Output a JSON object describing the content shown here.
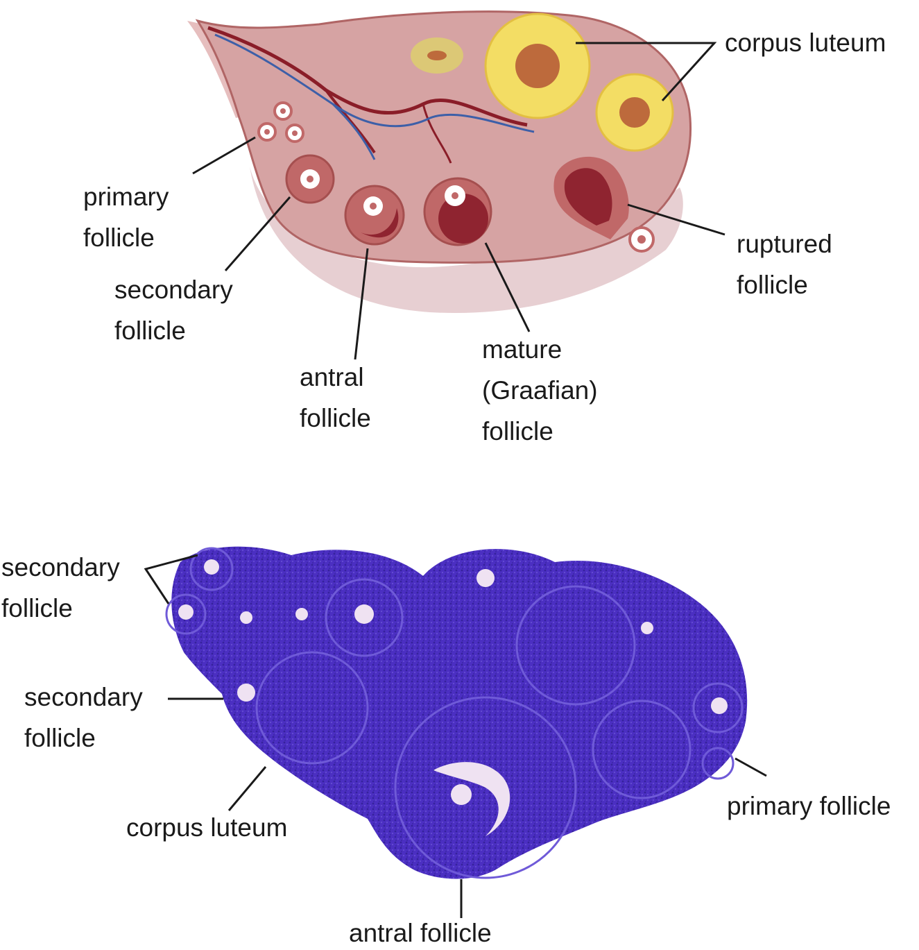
{
  "top_diagram": {
    "labels": {
      "corpus_luteum": "corpus luteum",
      "primary_follicle": "primary\nfollicle",
      "secondary_follicle": "secondary\nfollicle",
      "antral_follicle": "antral\nfollicle",
      "mature_follicle": "mature\n(Graafian)\nfollicle",
      "ruptured_follicle": "ruptured\nfollicle"
    },
    "colors": {
      "ovary": "#d6a3a3",
      "ovary_outline": "#b06565",
      "ovary_inner": "#e6bebe",
      "lower_tissue": "#e7cfd2",
      "artery": "#8a1d28",
      "vein": "#3d5fa8",
      "follicle": "#c06868",
      "antrum": "#8f2430",
      "corpus_luteum": "#f3dd64",
      "corpus_luteum_core": "#bd6a3c",
      "corpus_albicans": "#dcc876"
    }
  },
  "bottom_micrograph": {
    "labels": {
      "secondary_follicle_top": "secondary\nfollicle",
      "secondary_follicle_mid": "secondary\nfollicle",
      "corpus_luteum": "corpus luteum",
      "primary_follicle": "primary follicle",
      "antral_follicle": "antral follicle"
    },
    "colors": {
      "stain": "#4b2fc2",
      "stain_dark": "#2c1c8c",
      "stain_light": "#6f5ad8",
      "oocyte": "#efe2f2"
    }
  }
}
